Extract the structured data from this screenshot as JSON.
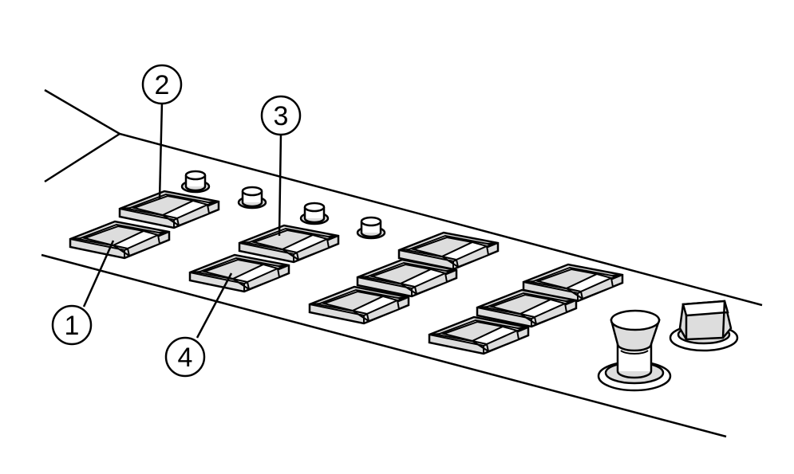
{
  "diagram": {
    "type": "technical-line-drawing",
    "subject": "control-panel-rocker-switches",
    "callouts": [
      {
        "id": "c1",
        "label": "1"
      },
      {
        "id": "c2",
        "label": "2"
      },
      {
        "id": "c3",
        "label": "3"
      },
      {
        "id": "c4",
        "label": "4"
      }
    ]
  },
  "colors": {
    "line": "#000000",
    "switch_fill": "#dddddd",
    "background": "#ffffff"
  }
}
